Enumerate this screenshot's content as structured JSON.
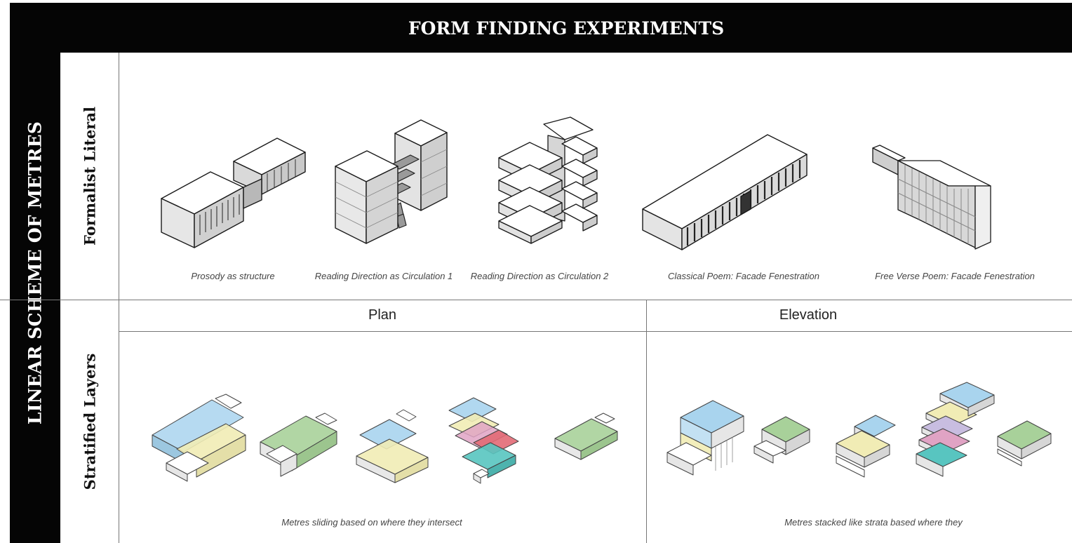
{
  "title": "FORM FINDING EXPERIMENTS",
  "sidebar_title": "LINEAR SCHEME OF METRES",
  "rows": {
    "formalist": {
      "label": "Formalist Literal",
      "captions": [
        "Prosody as structure",
        "Reading Direction as Circulation 1",
        "Reading Direction as Circulation 2",
        "Classical Poem: Facade Fenestration",
        "Free Verse Poem: Facade Fenestration"
      ]
    },
    "stratified": {
      "label": "Stratified Layers",
      "plan": {
        "heading": "Plan",
        "caption": "Metres sliding based on where they intersect"
      },
      "elevation": {
        "heading": "Elevation",
        "caption": "Metres stacked like strata based where they"
      }
    }
  },
  "colors": {
    "band": "#050505",
    "rule": "#777777",
    "blue": "#a9d4ee",
    "green": "#a8d19a",
    "yellow": "#f1ecb5",
    "pink": "#e0a3c4",
    "red": "#e26a76",
    "teal": "#58c5c0",
    "lilac": "#c8bde0"
  }
}
